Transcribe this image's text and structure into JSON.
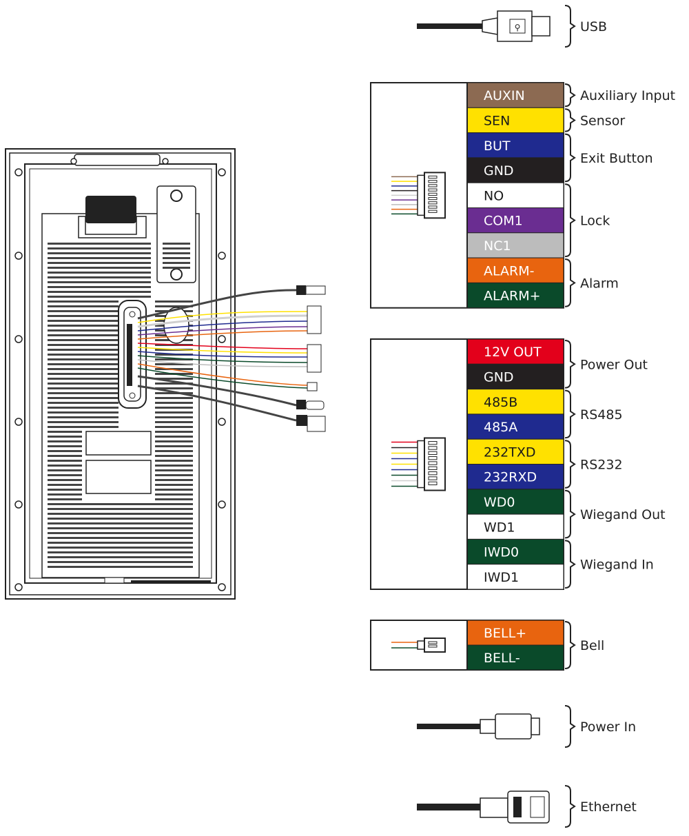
{
  "connectors": {
    "usb": "USB",
    "power_in": "Power In",
    "ethernet": "Ethernet"
  },
  "block1": {
    "pins": [
      {
        "label": "AUXIN",
        "color": "#8c6a52",
        "text_color": "#ffffff"
      },
      {
        "label": "SEN",
        "color": "#ffe100",
        "text_color": "#1a1a1a"
      },
      {
        "label": "BUT",
        "color": "#1f2a8f",
        "text_color": "#ffffff"
      },
      {
        "label": "GND",
        "color": "#231f20",
        "text_color": "#ffffff"
      },
      {
        "label": "NO",
        "color": "#ffffff",
        "text_color": "#1a1a1a"
      },
      {
        "label": "COM1",
        "color": "#6a2d91",
        "text_color": "#ffffff"
      },
      {
        "label": "NC1",
        "color": "#bcbcbc",
        "text_color": "#ffffff"
      },
      {
        "label": "ALARM-",
        "color": "#e8640f",
        "text_color": "#ffffff"
      },
      {
        "label": "ALARM+",
        "color": "#0a4a2a",
        "text_color": "#ffffff"
      }
    ],
    "groups": [
      {
        "label": "Auxiliary Input",
        "from": 0,
        "to": 0
      },
      {
        "label": "Sensor",
        "from": 1,
        "to": 1
      },
      {
        "label": "Exit Button",
        "from": 2,
        "to": 3
      },
      {
        "label": "Lock",
        "from": 4,
        "to": 6
      },
      {
        "label": "Alarm",
        "from": 7,
        "to": 8
      }
    ]
  },
  "block2": {
    "pins": [
      {
        "label": "12V OUT",
        "color": "#e3001b",
        "text_color": "#ffffff"
      },
      {
        "label": "GND",
        "color": "#231f20",
        "text_color": "#ffffff"
      },
      {
        "label": "485B",
        "color": "#ffe100",
        "text_color": "#1a1a1a"
      },
      {
        "label": "485A",
        "color": "#1f2a8f",
        "text_color": "#ffffff"
      },
      {
        "label": "232TXD",
        "color": "#ffe100",
        "text_color": "#1a1a1a"
      },
      {
        "label": "232RXD",
        "color": "#1f2a8f",
        "text_color": "#ffffff"
      },
      {
        "label": "WD0",
        "color": "#0a4a2a",
        "text_color": "#ffffff"
      },
      {
        "label": "WD1",
        "color": "#ffffff",
        "text_color": "#1a1a1a"
      },
      {
        "label": "IWD0",
        "color": "#0a4a2a",
        "text_color": "#ffffff"
      },
      {
        "label": "IWD1",
        "color": "#ffffff",
        "text_color": "#1a1a1a"
      }
    ],
    "groups": [
      {
        "label": "Power Out",
        "from": 0,
        "to": 1
      },
      {
        "label": "RS485",
        "from": 2,
        "to": 3
      },
      {
        "label": "RS232",
        "from": 4,
        "to": 5
      },
      {
        "label": "Wiegand Out",
        "from": 6,
        "to": 7
      },
      {
        "label": "Wiegand In",
        "from": 8,
        "to": 9
      }
    ]
  },
  "block3": {
    "pins": [
      {
        "label": "BELL+",
        "color": "#e8640f",
        "text_color": "#ffffff"
      },
      {
        "label": "BELL-",
        "color": "#0a4a2a",
        "text_color": "#ffffff"
      }
    ],
    "groups": [
      {
        "label": "Bell",
        "from": 0,
        "to": 1
      }
    ]
  },
  "wire_colors": [
    "#8c6a52",
    "#ffe100",
    "#1f2a8f",
    "#231f20",
    "#cfcfcf",
    "#6a2d91",
    "#bcbcbc",
    "#e8640f",
    "#0a4a2a",
    "#e3001b"
  ]
}
